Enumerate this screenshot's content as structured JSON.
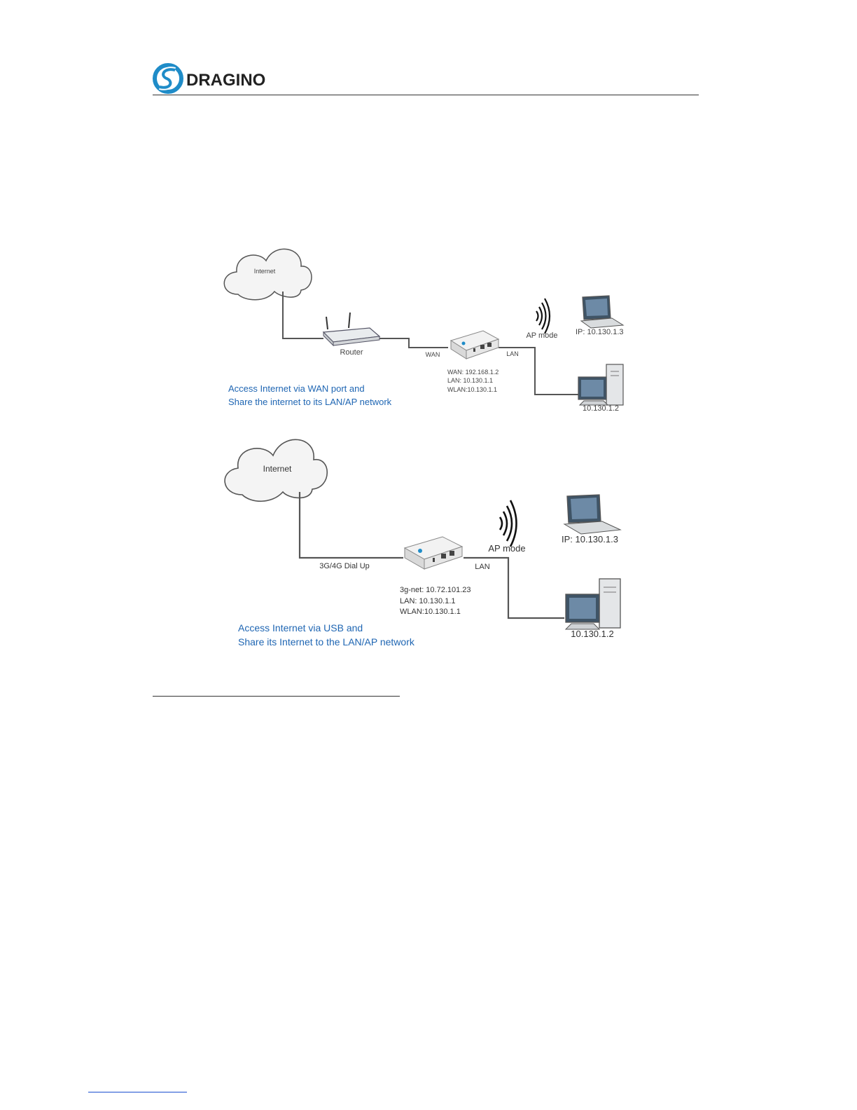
{
  "header": {
    "logo_text": "DRAGINO",
    "brand_color": "#1f8cc8"
  },
  "diagram1": {
    "cloud_label": "Internet",
    "router_label": "Router",
    "wan_label": "WAN",
    "lan_label": "LAN",
    "ap_label": "AP mode",
    "laptop_ip": "IP: 10.130.1.3",
    "pc_ip": "10.130.1.2",
    "device_info": [
      "WAN: 192.168.1.2",
      "LAN: 10.130.1.1",
      "WLAN:10.130.1.1"
    ],
    "caption": [
      "Access Internet via WAN port and",
      "Share the internet to its LAN/AP network"
    ]
  },
  "diagram2": {
    "cloud_label": "Internet",
    "dialup_label": "3G/4G Dial Up",
    "lan_label": "LAN",
    "ap_label": "AP mode",
    "laptop_ip": "IP: 10.130.1.3",
    "pc_ip": "10.130.1.2",
    "device_info": [
      "3g-net: 10.72.101.23",
      "LAN: 10.130.1.1",
      "WLAN:10.130.1.1"
    ],
    "caption": [
      "Access Internet via USB and",
      "Share its Internet to the LAN/AP network"
    ]
  },
  "colors": {
    "caption": "#1f66b3",
    "line": "#555555",
    "text": "#444444"
  }
}
